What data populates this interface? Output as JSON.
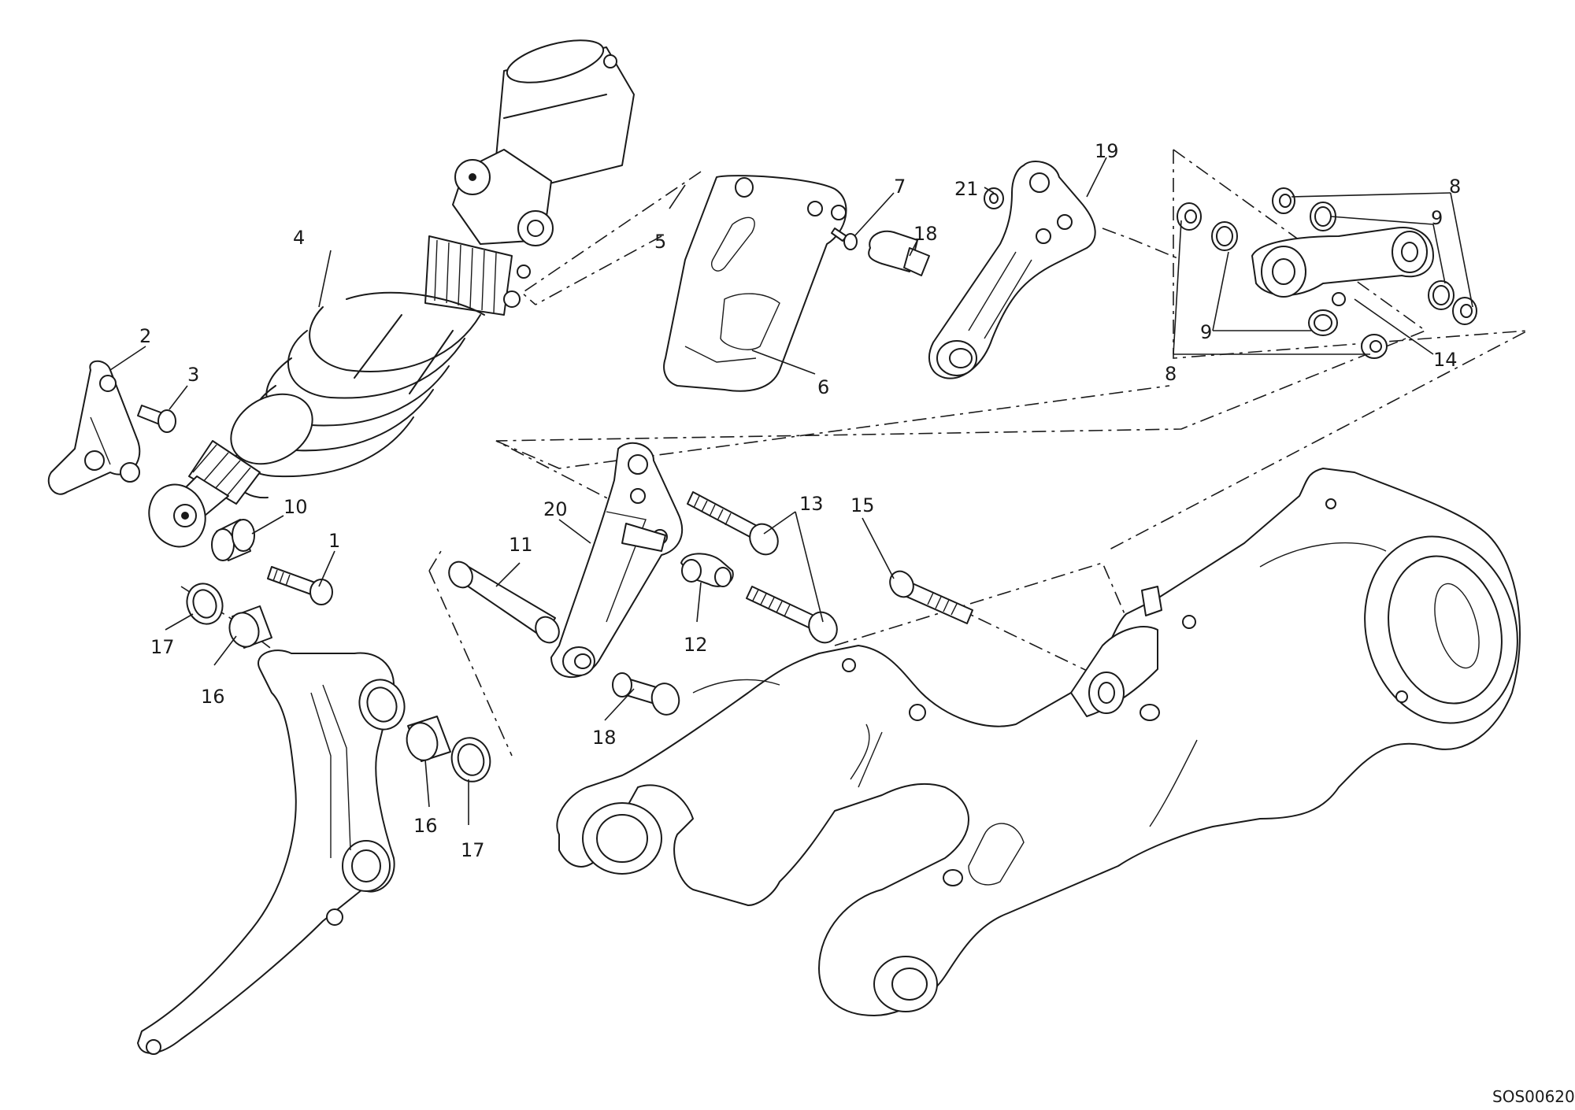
{
  "diagram": {
    "callouts": {
      "c1": "1",
      "c2": "2",
      "c3": "3",
      "c4": "4",
      "c5": "5",
      "c6": "6",
      "c7": "7",
      "c8a": "8",
      "c8b": "8",
      "c9a": "9",
      "c9b": "9",
      "c10": "10",
      "c11": "11",
      "c12": "12",
      "c13": "13",
      "c14": "14",
      "c15": "15",
      "c16a": "16",
      "c16b": "16",
      "c17a": "17",
      "c17b": "17",
      "c18a": "18",
      "c18b": "18",
      "c19": "19",
      "c20": "20",
      "c21": "21"
    },
    "drawing_code": "SOS00620"
  }
}
